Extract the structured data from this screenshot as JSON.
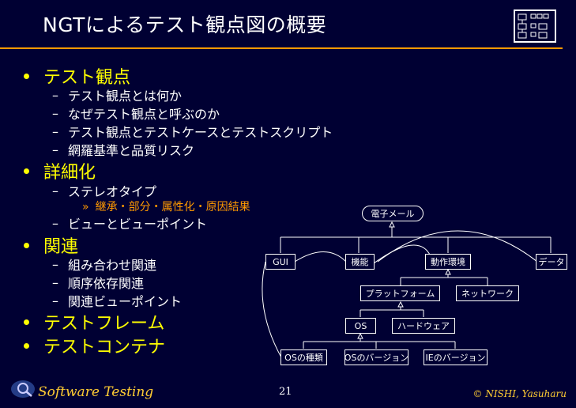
{
  "title": "NGTによるテスト観点図の概要",
  "bullets": [
    {
      "label": "テスト観点",
      "children": [
        {
          "label": "テスト観点とは何か"
        },
        {
          "label": "なぜテスト観点と呼ぶのか"
        },
        {
          "label": "テスト観点とテストケースとテストスクリプト"
        },
        {
          "label": "網羅基準と品質リスク"
        }
      ]
    },
    {
      "label": "詳細化",
      "children": [
        {
          "label": "ステレオタイプ",
          "sub": "継承・部分・属性化・原因結果"
        },
        {
          "label": "ビューとビューポイント"
        }
      ]
    },
    {
      "label": "関連",
      "children": [
        {
          "label": "組み合わせ関連"
        },
        {
          "label": "順序依存関連"
        },
        {
          "label": "関連ビューポイント"
        }
      ]
    },
    {
      "label": "テストフレーム",
      "children": []
    },
    {
      "label": "テストコンテナ",
      "children": []
    }
  ],
  "markers": {
    "dash": "–",
    "sub": "»"
  },
  "diagram": {
    "root": "電子メール",
    "gui": "GUI",
    "kino": "機能",
    "dosa": "動作環境",
    "data": "データ",
    "platform": "プラットフォーム",
    "network": "ネットワーク",
    "os": "OS",
    "hardware": "ハードウェア",
    "os_type": "OSの種類",
    "os_version": "OSのバージョン",
    "ie_version": "IEのバージョン"
  },
  "footer": {
    "brand": "Software Testing",
    "page": "21",
    "copyright": "© NISHI, Yasuharu"
  },
  "colors": {
    "background": "#000033",
    "accent": "#ff9900",
    "bullet": "#ffff00"
  }
}
